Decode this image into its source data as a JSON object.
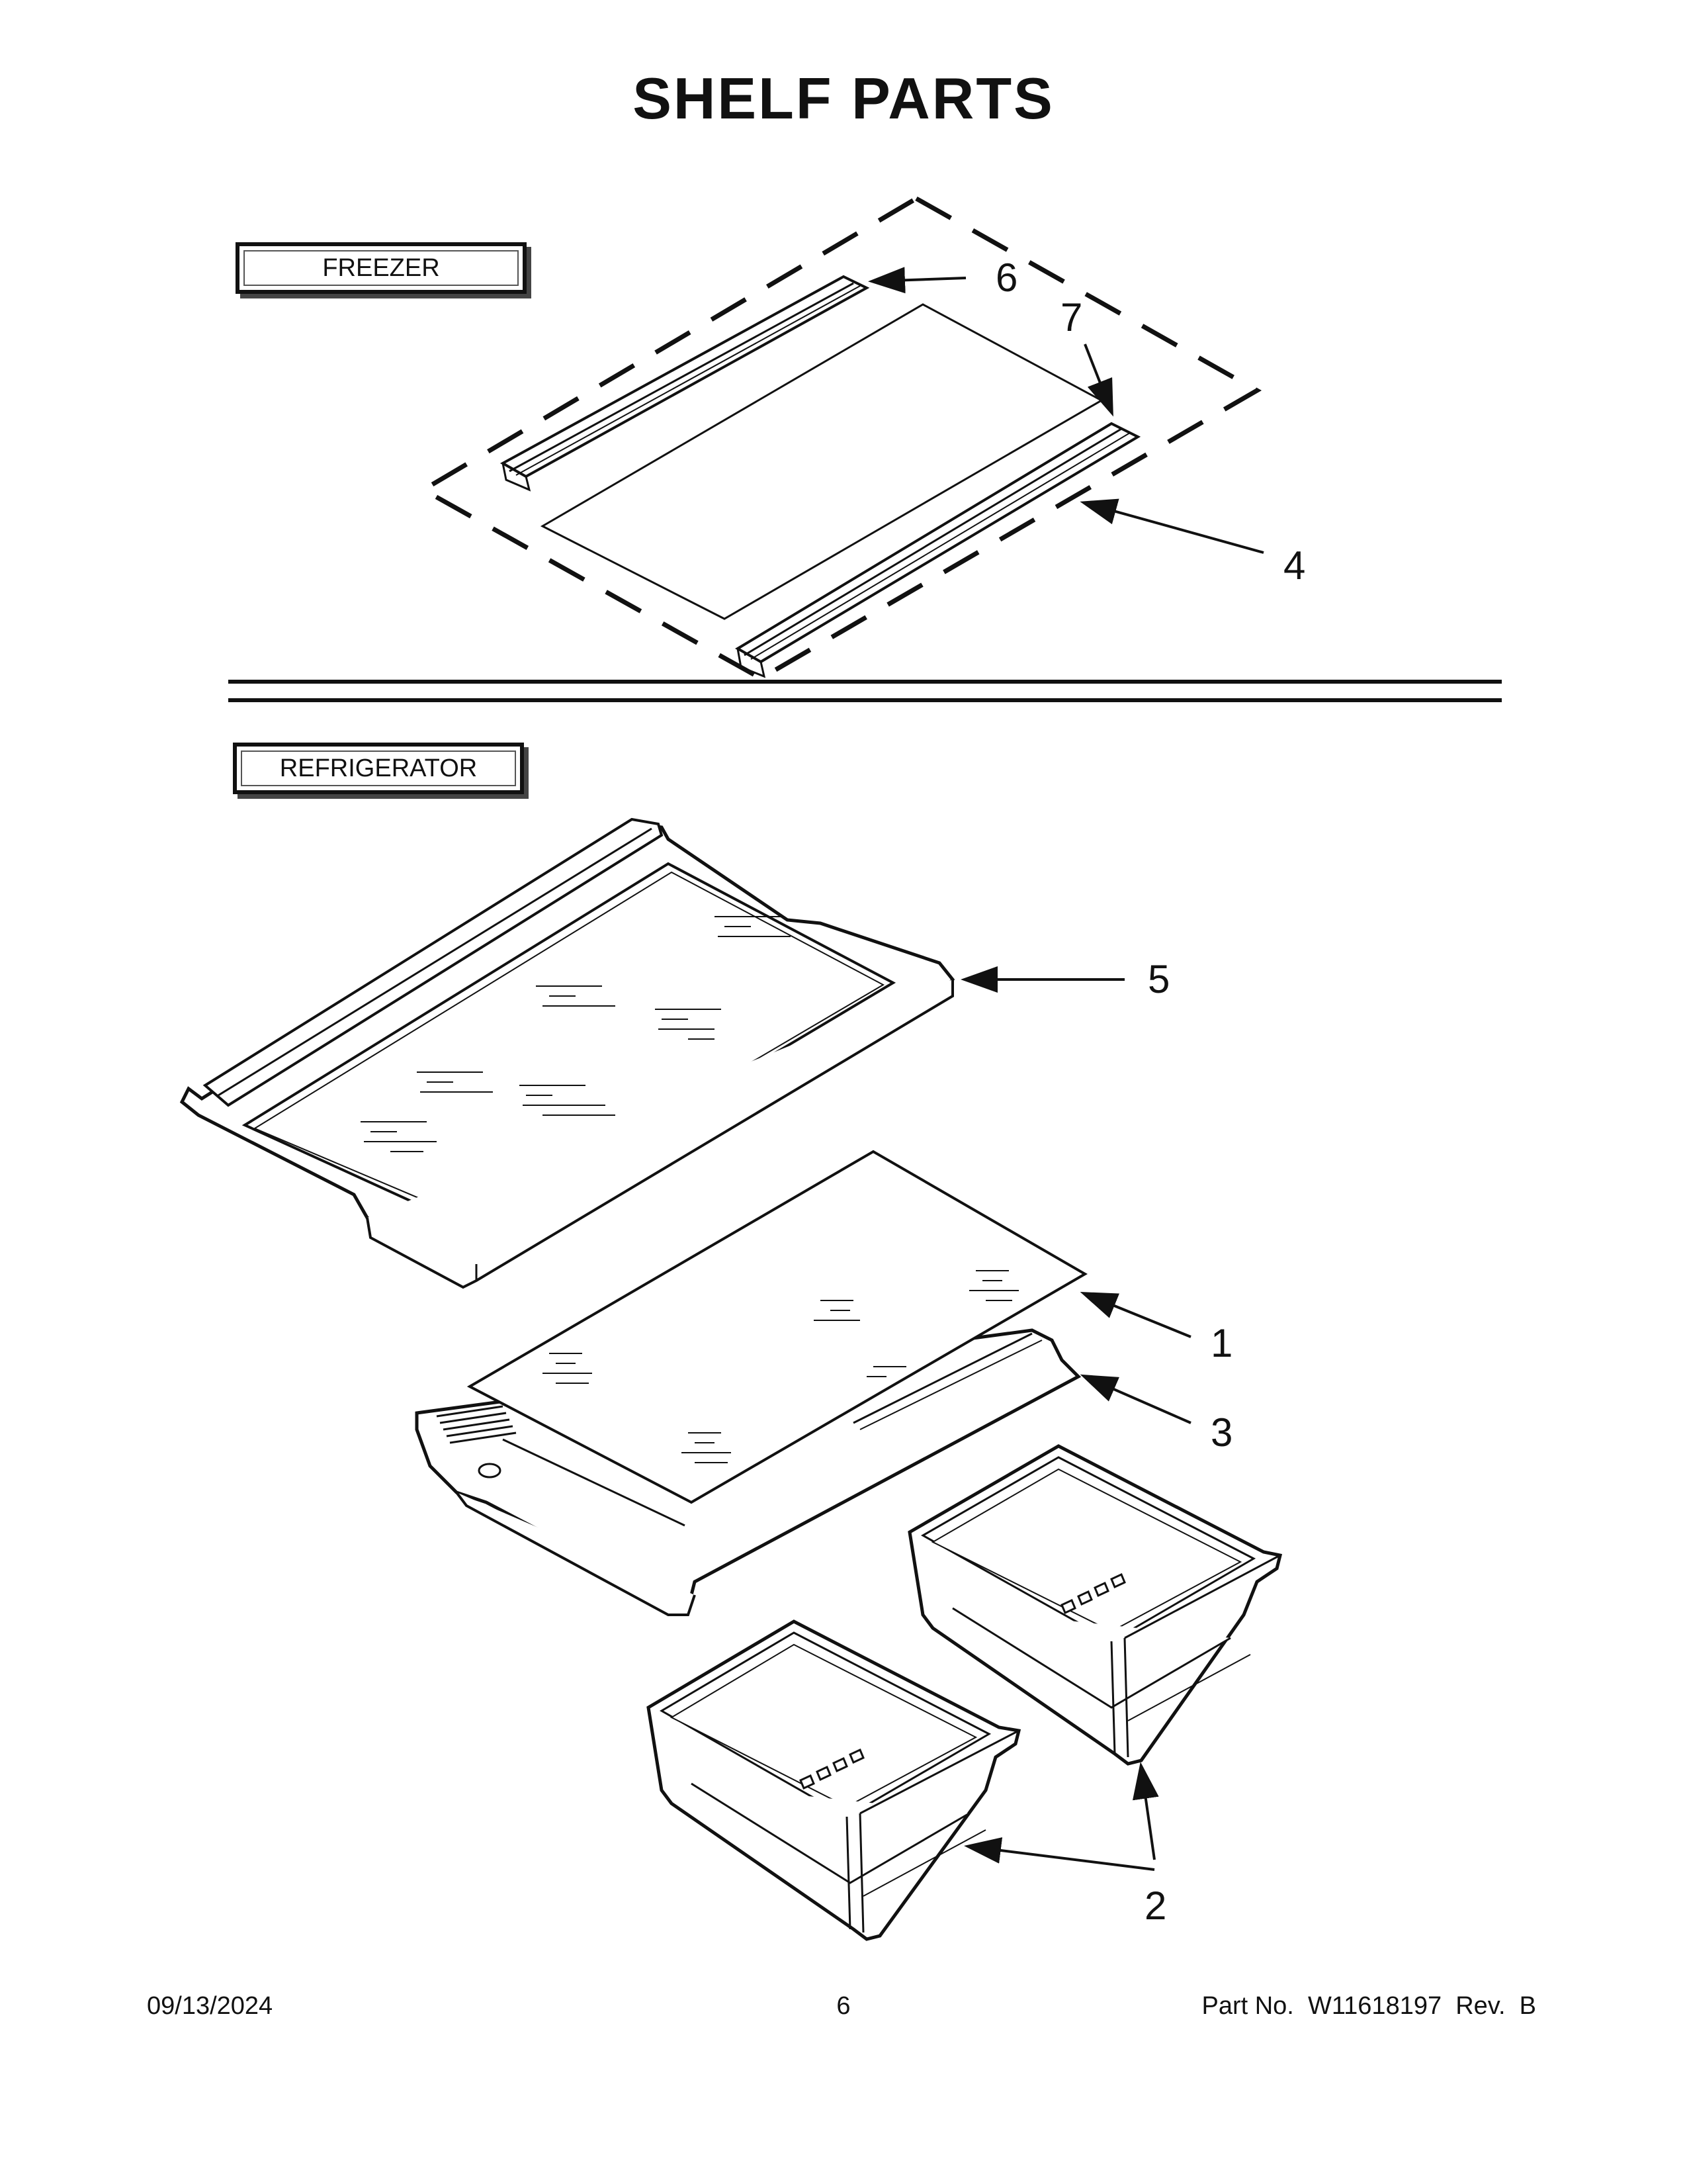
{
  "page": {
    "title": "SHELF PARTS"
  },
  "sections": {
    "freezer": {
      "label": "FREEZER"
    },
    "refrigerator": {
      "label": "REFRIGERATOR"
    }
  },
  "callouts": {
    "c1": "1",
    "c2": "2",
    "c3": "3",
    "c4": "4",
    "c5": "5",
    "c6": "6",
    "c7": "7"
  },
  "footer": {
    "date": "09/13/2024",
    "page_number": "6",
    "part_number": "Part No.  W11618197  Rev.  B"
  }
}
